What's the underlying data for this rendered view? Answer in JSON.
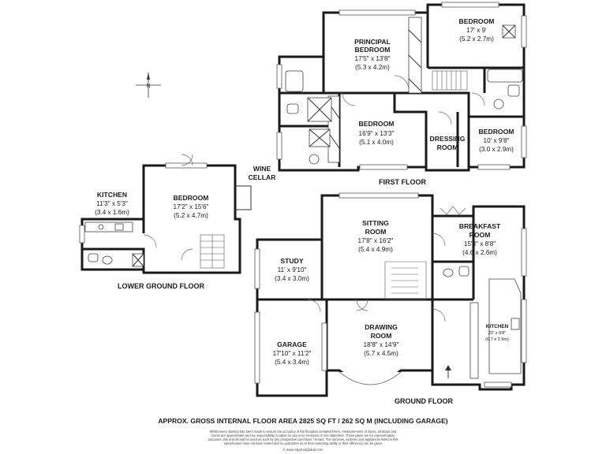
{
  "floors": {
    "first": {
      "label": "FIRST FLOOR",
      "rooms": {
        "principal_bedroom": {
          "name_line1": "PRINCIPAL",
          "name_line2": "BEDROOM",
          "dim_imperial": "17'5\" x 13'8\"",
          "dim_metric": "(5.3 x 4.2m)"
        },
        "bedroom_top": {
          "name": "BEDROOM",
          "dim_imperial": "17' x 9'",
          "dim_metric": "(5.2 x 2.7m)"
        },
        "bedroom_mid": {
          "name": "BEDROOM",
          "dim_imperial": "16'9\" x 13'3\"",
          "dim_metric": "(5.1 x 4.0m)"
        },
        "dressing_room": {
          "name_line1": "DRESSING",
          "name_line2": "ROOM"
        },
        "bedroom_right": {
          "name": "BEDROOM",
          "dim_imperial": "10' x 9'8\"",
          "dim_metric": "(3.0 x 2.9m)"
        }
      }
    },
    "lower_ground": {
      "label": "LOWER GROUND FLOOR",
      "rooms": {
        "kitchen": {
          "name": "KITCHEN",
          "dim_imperial": "11'3\" x 5'3\"",
          "dim_metric": "(3.4 x 1.6m)"
        },
        "bedroom": {
          "name": "BEDROOM",
          "dim_imperial": "17'2\" x 15'6\"",
          "dim_metric": "(5.2 x 4.7m)"
        },
        "wine_cellar": {
          "name_line1": "WINE",
          "name_line2": "CELLAR"
        }
      }
    },
    "ground": {
      "label": "GROUND FLOOR",
      "rooms": {
        "sitting_room": {
          "name_line1": "SITTING",
          "name_line2": "ROOM",
          "dim_imperial": "17'8\" x 16'2\"",
          "dim_metric": "(5.4 x 4.9m)"
        },
        "breakfast_room": {
          "name_line1": "BREAKFAST",
          "name_line2": "ROOM",
          "dim_imperial": "15'3\" x 8'8\"",
          "dim_metric": "(4.6 x 2.6m)"
        },
        "study": {
          "name": "STUDY",
          "dim_imperial": "11' x 9'10\"",
          "dim_metric": "(3.4 x 3.0m)"
        },
        "kitchen": {
          "name": "KITCHEN",
          "dim_imperial": "22' x 9'8\"",
          "dim_metric": "(6.7 x 2.9m)"
        },
        "drawing_room": {
          "name_line1": "DRAWING",
          "name_line2": "ROOM",
          "dim_imperial": "18'8\" x 14'9\"",
          "dim_metric": "(5.7 x 4.5m)"
        },
        "garage": {
          "name": "GARAGE",
          "dim_imperial": "17'10\" x 11'2\"",
          "dim_metric": "(5.4 x 3.4m)"
        }
      }
    }
  },
  "compass": {
    "letter": "N"
  },
  "footer": {
    "area": "APPROX. GROSS INTERNAL FLOOR AREA 2825 SQ FT / 262 SQ M (INCLUDING GARAGE)",
    "disclaimer": [
      "Whilst every attempt has been made to ensure the accuracy of the floorplan contained here, measurements of doors, windows and",
      "rooms are approximate and no responsibility is taken for any error omission or mis-statement. These plans are for representation",
      "purposes only and should be used as such by any prospective purchaser / tenant. The services, systems and appliances listed in this",
      "specification have not been tested and no guarantee as to their operating ability or their efficiency can be given"
    ],
    "copyright": "© www.skyshotglobal.com"
  }
}
